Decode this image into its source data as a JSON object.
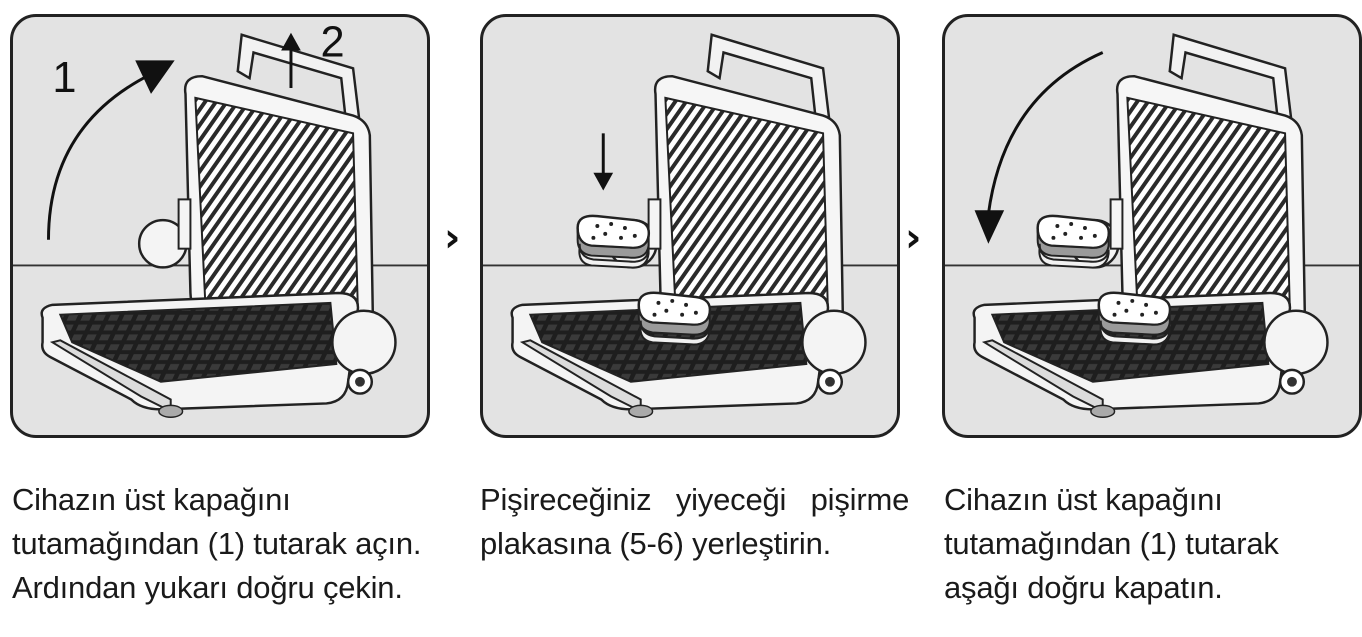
{
  "steps": [
    {
      "caption_lines": [
        "Cihazın üst kapağını",
        "tutamağından (1) tutarak açın.",
        "Ardından yukarı doğru çekin."
      ],
      "labels": [
        "1",
        "2"
      ],
      "arrows": [
        "curved-up-arrow",
        "straight-up-arrow"
      ]
    },
    {
      "caption_lines": [
        "Pişireceğiniz yiyeceği pişirme",
        "plakasına (5-6) yerleştirin."
      ],
      "arrows": [
        "down-arrow"
      ]
    },
    {
      "caption_lines": [
        "Cihazın üst kapağını",
        "tutamağından (1) tutarak",
        "aşağı doğru kapatın."
      ],
      "arrows": [
        "curved-down-arrow"
      ]
    }
  ],
  "separators": [
    "›",
    "›"
  ],
  "colors": {
    "panel_bg": "#e3e3e3",
    "ink": "#111111"
  }
}
